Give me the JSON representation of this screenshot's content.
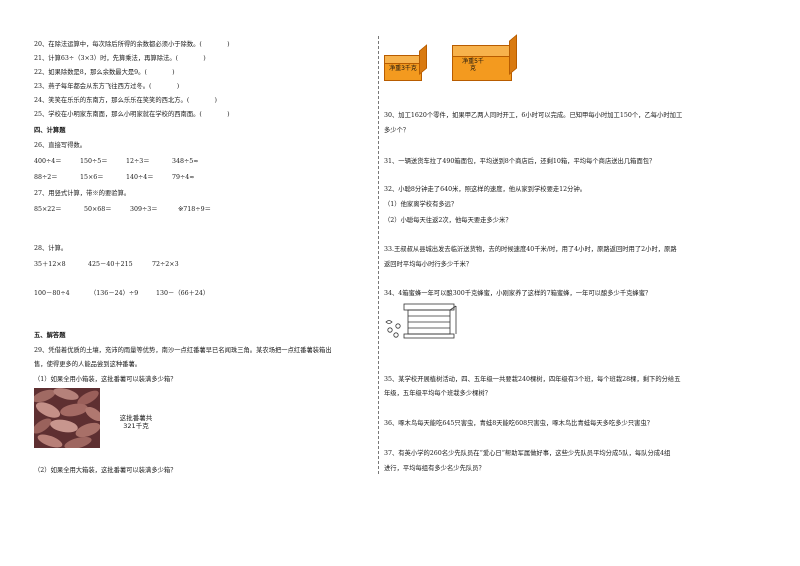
{
  "left": {
    "q20": "20、在除法运算中，每次除后所得的余数都必须小于除数。(　　　　)",
    "q21": "21、计算63÷（3×3）时，先算乘法，再算除法。(　　　　)",
    "q22": "22、如果除数是8，那么余数最大是9。(　　　　)",
    "q23": "23、燕子每年都会从东方飞往西方过冬。(　　　　)",
    "q24": "24、笑笑在乐乐的东南方，那么乐乐在笑笑的西北方。(　　　　)",
    "q25": "25、学校在小明家东南面，那么小明家就在学校的西南面。(　　　　)",
    "section4": "四、计算题",
    "q26": "26、直接写得数。",
    "oral": [
      [
        "400÷4＝",
        "150÷5＝",
        "12÷3＝",
        "348÷5≈"
      ],
      [
        "88÷2＝",
        "15×6＝",
        "140÷4＝",
        "79÷4≈"
      ]
    ],
    "q27": "27、用竖式计算，带※的要验算。",
    "vertical": [
      "85×22＝",
      "50×68＝",
      "309÷3＝",
      "※718÷9＝"
    ],
    "q28": "28、计算。",
    "calc1": [
      "35＋12×8",
      "425－40＋215",
      "72÷2×3"
    ],
    "calc2": [
      "100－80÷4",
      "（136－24）÷9",
      "130－（66＋24）"
    ],
    "section5": "五、解答题",
    "q29_line1": "29、凭借着优质的土壤，充沛的雨量等优势，南沙一点红番薯早已名闻珠三角。某农场把一点红番薯装箱出",
    "q29_line2": "售，使得更多的人能品尝到这种番薯。",
    "q29_sub1": "（1）如果全用小箱装，这批番薯可以装满多少箱？",
    "q29_caption": "这批番薯共321千克",
    "q29_sub2": "（2）如果全用大箱装，这批番薯可以装满多少箱？"
  },
  "right": {
    "box_small": "净重3千克",
    "box_big": "净重5千克",
    "q30_line1": "30、加工1620个零件，如果甲乙两人同时开工，6小时可以完成。已知甲每小时加工150个，乙每小时加工",
    "q30_line2": "多少个？",
    "q31": "31、一辆送货车拉了490箱面包，平均送到8个商店后，还剩10箱，平均每个商店送出几箱面包？",
    "q32": "32、小聪8分钟走了640米，照这样的速度，他从家到学校要走12分钟。",
    "q32_sub1": "（1）他家离学校有多远？",
    "q32_sub2": "（2）小聪每天往返2次，他每天要走多少米？",
    "q33_line1": "33.王叔叔从县城出发去临沂送货物，去的时候速度40千米/时，用了4小时，原路返回时用了2小时，原路",
    "q33_line2": "返回时平均每小时行多少千米？",
    "q34": "34、4箱蜜蜂一年可以酿300千克蜂蜜，小刚家养了这样的7箱蜜蜂，一年可以酿多少千克蜂蜜？",
    "q35_line1": "35、某学校开展植树活动，四、五年级一共要栽240棵树，四年级有3个班，每个班栽28棵，剩下的分给五",
    "q35_line2": "年级，五年级平均每个班栽多少棵树？",
    "q36": "36、啄木鸟每天能吃645只害虫，青蛙8天能吃608只害虫，啄木鸟比青蛙每天多吃多少只害虫？",
    "q37_line1": "37、有英小学的260名少先队员在“爱心日”帮助军属做好事，这些少先队员平均分成5队，每队分成4组",
    "q37_line2": "进行，平均每组有多少名少先队员？"
  }
}
